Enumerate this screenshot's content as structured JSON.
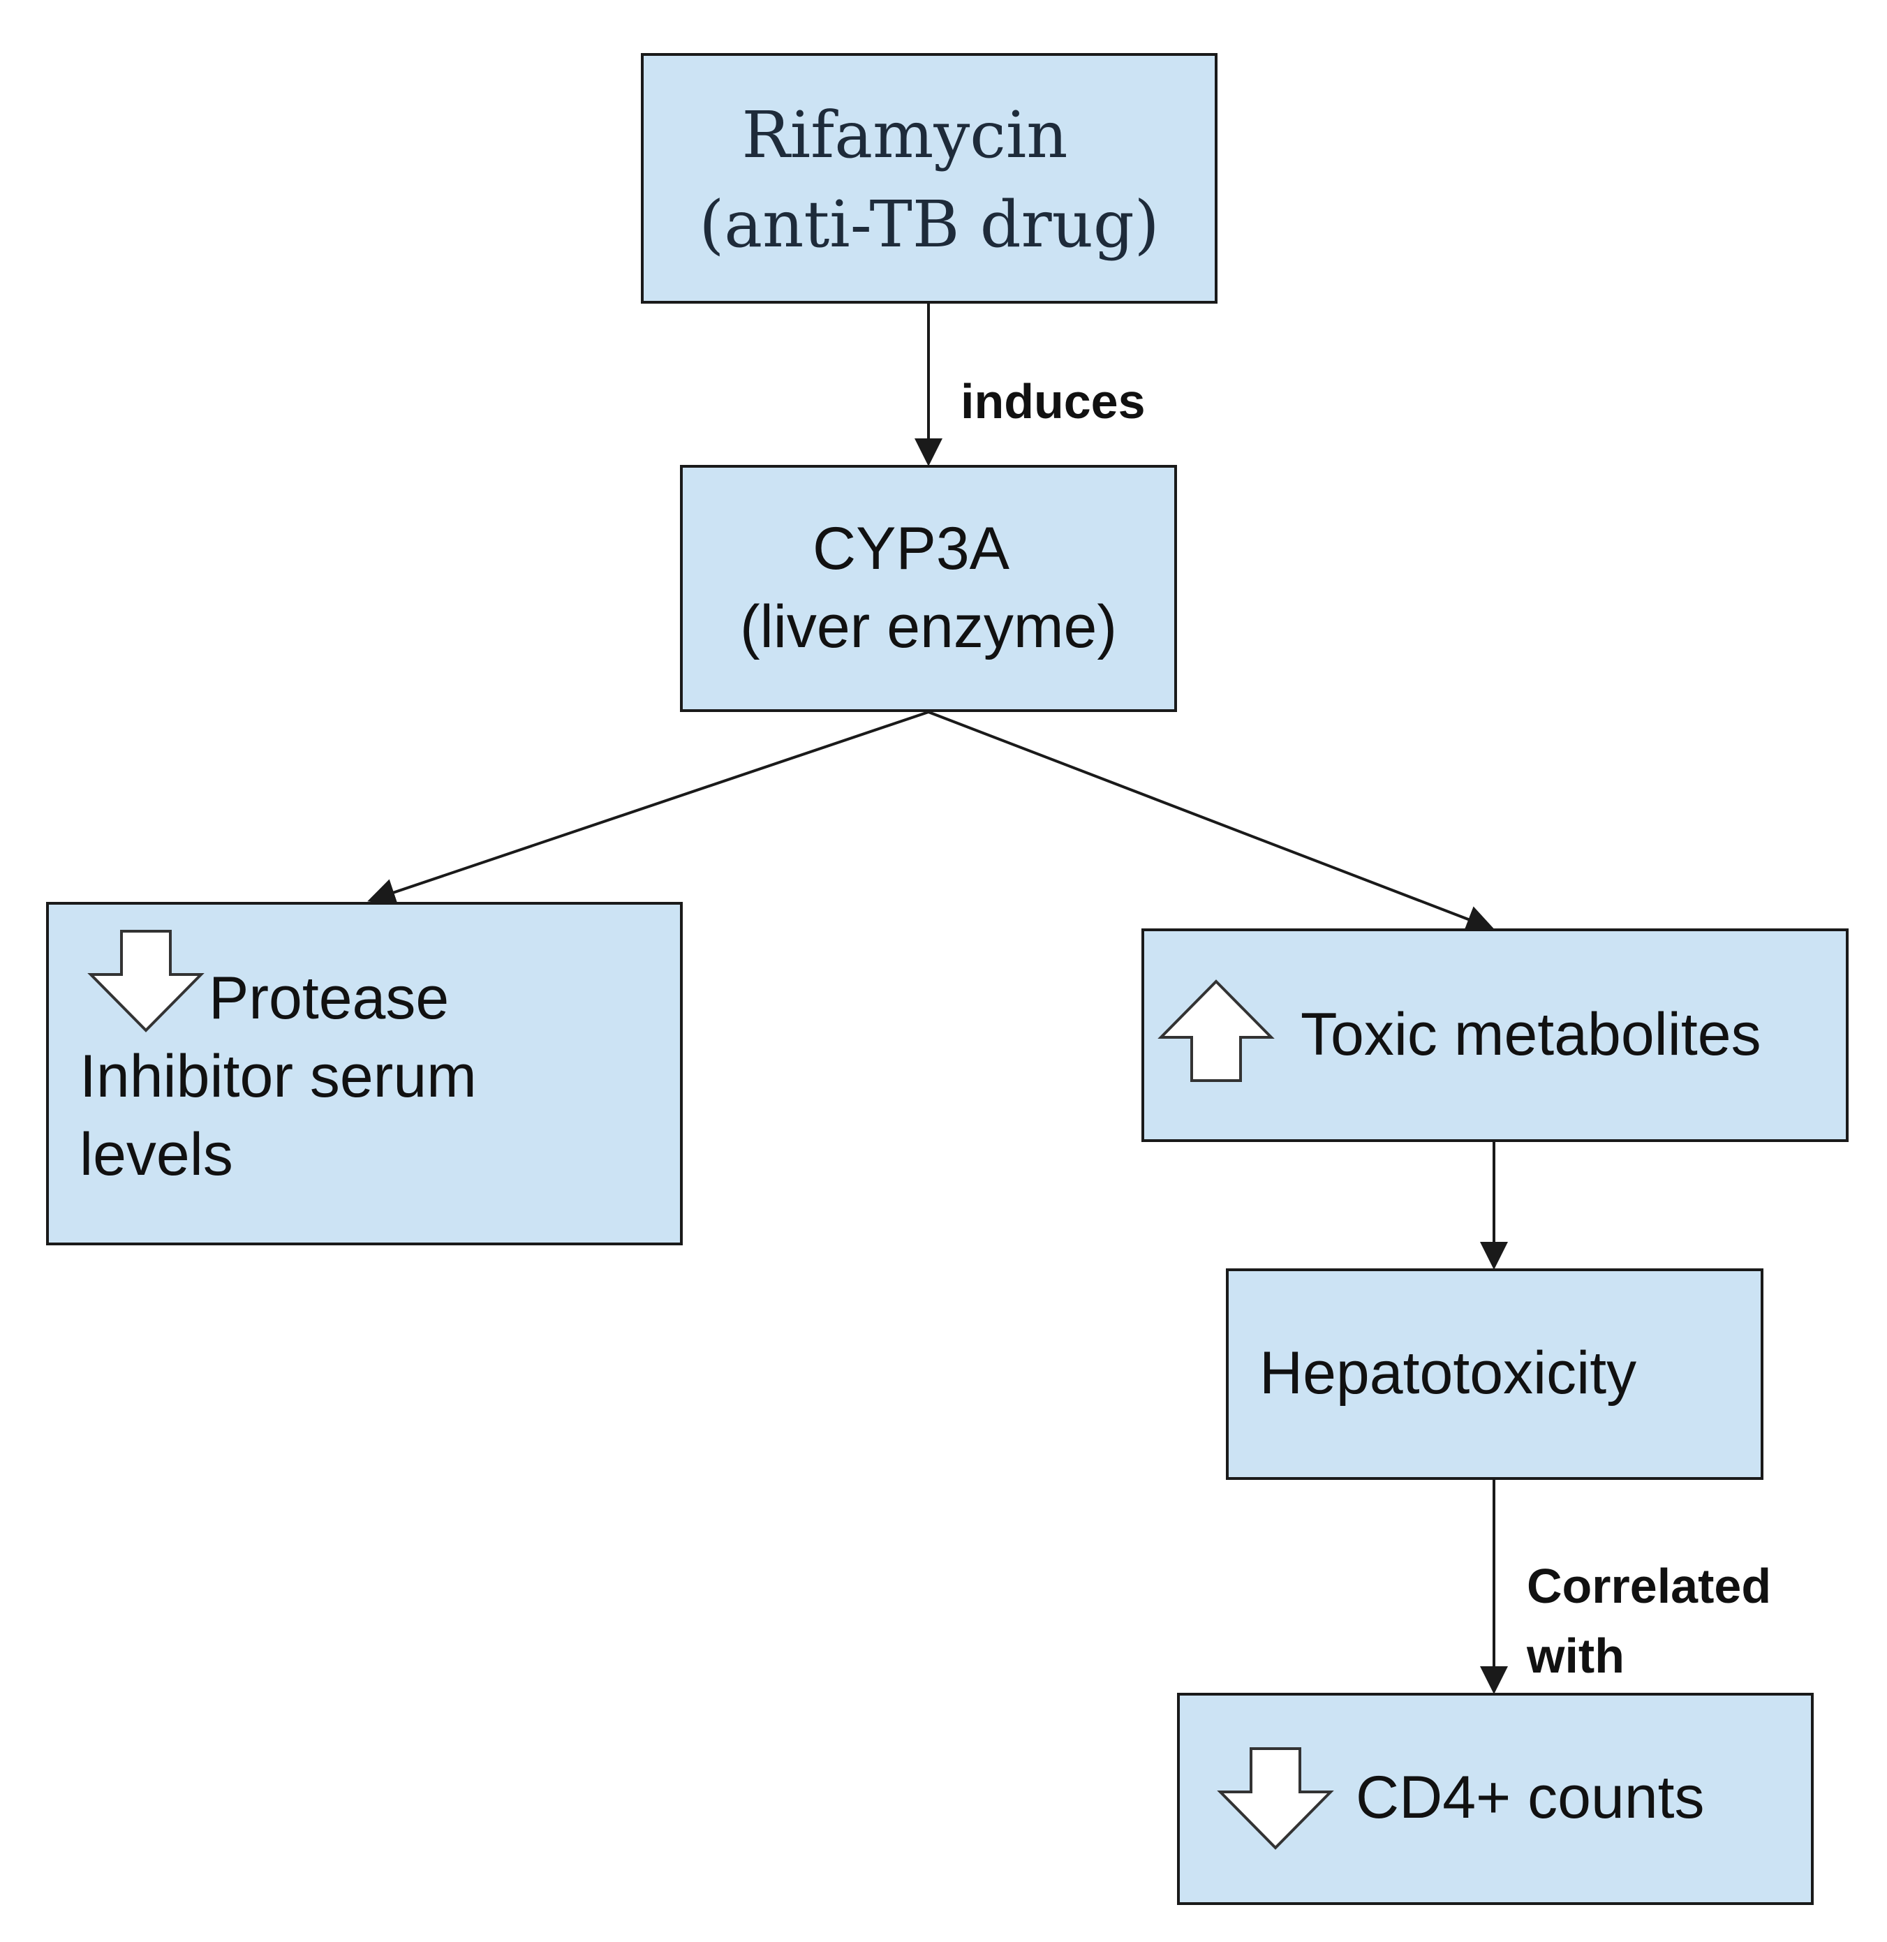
{
  "nodes": {
    "rifamycin": {
      "line1": "Rifamycin",
      "line2": "(anti-TB drug)"
    },
    "cyp3a": {
      "line1": "CYP3A",
      "line2": "(liver enzyme)"
    },
    "protease": {
      "line1": "Protease",
      "line2": "Inhibitor serum",
      "line3": "levels",
      "icon": "arrow-down-icon"
    },
    "toxic": {
      "label": "Toxic metabolites",
      "icon": "arrow-up-icon"
    },
    "hepato": {
      "label": "Hepatotoxicity"
    },
    "cd4": {
      "label": "CD4+ counts",
      "icon": "arrow-down-icon"
    }
  },
  "edges": {
    "rifamycin_cyp3a": {
      "label": "induces"
    },
    "hepato_cd4": {
      "line1": "Correlated",
      "line2": "with"
    }
  },
  "colors": {
    "box_fill": "#cce3f4",
    "box_border": "#1a1a1a",
    "line": "#1a1a1a"
  }
}
